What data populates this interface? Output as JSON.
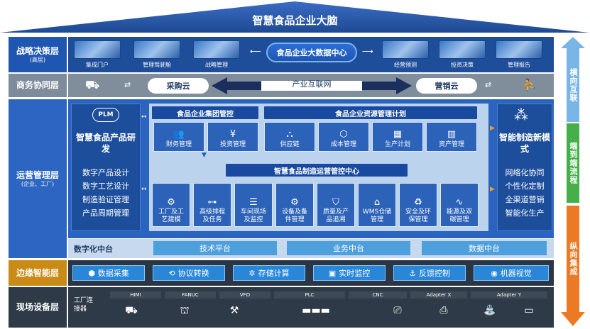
{
  "title": "智慧食品企业大脑",
  "layers": {
    "strategy": {
      "label": "战略决策层",
      "sub": "(高层)"
    },
    "commerce": {
      "label": "商务协同层"
    },
    "operations": {
      "label": "运营管理层",
      "sub": "(企业、工厂)"
    },
    "edge": {
      "label": "边缘智能层"
    },
    "field": {
      "label": "现场设备层"
    }
  },
  "strategy_row": {
    "left_items": [
      "集成门户",
      "管理驾驶舱",
      "战略管理"
    ],
    "center": "食品企业大数据中心",
    "right_items": [
      "经营预测",
      "投资决策",
      "管理报告"
    ]
  },
  "commerce_row": {
    "left_cloud": "采购云",
    "center": "产业互联网",
    "right_cloud": "营销云"
  },
  "operations": {
    "left_card": {
      "logo": "PLM",
      "title": "智慧食品产品研发",
      "items": [
        "数字产品设计",
        "数字工艺设计",
        "制造验证管理",
        "产品周期管理"
      ]
    },
    "group_control": {
      "title": "食品企业集团管控",
      "modules": [
        {
          "icon": "people-icon",
          "glyph": "👥",
          "label": "财务管理"
        },
        {
          "icon": "yen-icon",
          "glyph": "¥",
          "label": "投资管理"
        }
      ]
    },
    "erp": {
      "title": "食品企业资源管理计划",
      "modules": [
        {
          "icon": "network-icon",
          "glyph": "⛬",
          "label": "供应链"
        },
        {
          "icon": "cube-icon",
          "glyph": "⬡",
          "label": "成本管理"
        },
        {
          "icon": "calendar-icon",
          "glyph": "📅",
          "label": "生产计划"
        },
        {
          "icon": "chart-icon",
          "glyph": "📊",
          "label": "资产管理"
        }
      ]
    },
    "mom": {
      "title": "智慧食品制造运营管控中心",
      "modules": [
        {
          "icon": "doc-gear-icon",
          "glyph": "⚙",
          "label": "工厂及工艺建模"
        },
        {
          "icon": "flow-icon",
          "glyph": "⊶",
          "label": "高级排程及任务"
        },
        {
          "icon": "list-icon",
          "glyph": "☰",
          "label": "车间现场及监控"
        },
        {
          "icon": "equipment-icon",
          "glyph": "⚙",
          "label": "设备及备件管理"
        },
        {
          "icon": "shield-icon",
          "glyph": "⛉",
          "label": "质量及产品追溯"
        },
        {
          "icon": "warehouse-icon",
          "glyph": "⌂",
          "label": "WMS仓储管理"
        },
        {
          "icon": "recycle-icon",
          "glyph": "♻",
          "label": "安全及环保管理"
        },
        {
          "icon": "wave-icon",
          "glyph": "∿",
          "label": "能源及双碳管理"
        }
      ]
    },
    "right_card": {
      "title": "智能制造新模式",
      "items": [
        "网络化协同",
        "个性化定制",
        "全渠道营销",
        "智能化生产"
      ]
    }
  },
  "platform": {
    "label": "数字化中台",
    "items": [
      "技术平台",
      "业务中台",
      "数据中台"
    ]
  },
  "edge_items": [
    {
      "icon": "cube-icon",
      "glyph": "⬢",
      "label": "数据采集"
    },
    {
      "icon": "sync-icon",
      "glyph": "⟲",
      "label": "协议转换"
    },
    {
      "icon": "gear-icon",
      "glyph": "✲",
      "label": "存储计算"
    },
    {
      "icon": "monitor-icon",
      "glyph": "▣",
      "label": "实时监控"
    },
    {
      "icon": "anchor-icon",
      "glyph": "⚓",
      "label": "反馈控制"
    },
    {
      "icon": "eye-icon",
      "glyph": "◉",
      "label": "机器视觉"
    }
  ],
  "field": {
    "connector_label": "工厂连接器",
    "protocols": [
      "HIMI",
      "FANUC",
      "VFD",
      "PLC",
      "CNC",
      "Adapter X",
      "Adapter Y"
    ],
    "devices": [
      "agv-icon",
      "crane-icon",
      "robot-arm-icon",
      "conveyor-icon",
      "machine-icon",
      "scanner-icon",
      "faucet-icon",
      "camera-icon"
    ]
  },
  "right_arrows": [
    "横向互联",
    "端到端流程",
    "纵向集成"
  ],
  "colors": {
    "roof": "#2f5aa8",
    "strategy_bg": "#1f4f9c",
    "commerce_bg": "#7c8a99",
    "operations_bg": "#2d67c2",
    "edge_label": "#c98a16",
    "field_bg": "#2e3a48",
    "arrow_blue": "#7ab5e8",
    "arrow_green": "#45b04a",
    "arrow_orange": "#ec7a24"
  }
}
